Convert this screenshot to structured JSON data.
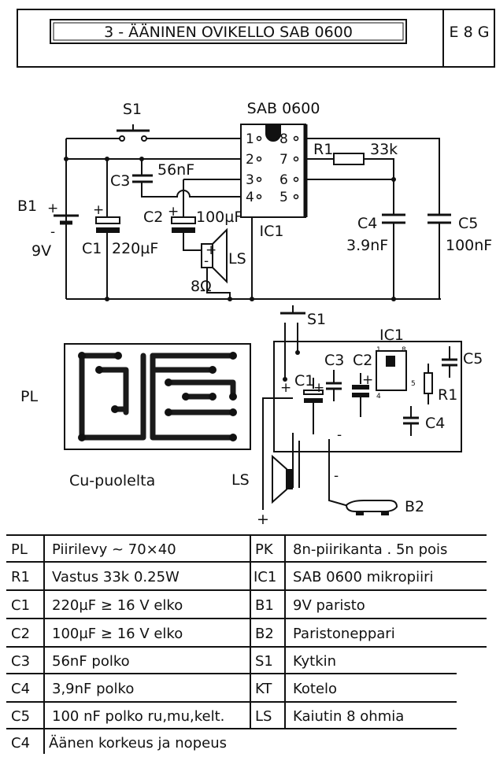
{
  "header": {
    "title": "3 - ÄÄNINEN   OVIKELLO   SAB 0600",
    "code": "E 8 G"
  },
  "schematic": {
    "s1": "S1",
    "ic_name": "SAB 0600",
    "b1": "B1",
    "b1_value": "9V",
    "c1": "C1",
    "c1_value": "220µF",
    "c3": "C3",
    "c3_value": "56nF",
    "c2": "C2",
    "c2_value": "100µF",
    "ls": "LS",
    "ls_value": "8Ω",
    "r1": "R1",
    "r1_value": "33k",
    "c4": "C4",
    "c4_value": "3.9nF",
    "c5": "C5",
    "c5_value": "100nF",
    "ic1": "IC1",
    "pins": [
      "1",
      "2",
      "3",
      "4",
      "8",
      "7",
      "6",
      "5"
    ]
  },
  "layout": {
    "pl": "PL",
    "cu_side": "Cu-puolelta",
    "ls": "LS",
    "s1": "S1",
    "ic1": "IC1",
    "c3": "C3",
    "c2": "C2",
    "c5": "C5",
    "c1": "C1",
    "r1": "R1",
    "c4": "C4",
    "b2": "B2",
    "plus": "+",
    "minus": "-",
    "pin1": "1",
    "pin8": "8",
    "pin4": "4",
    "pin5": "5"
  },
  "parts": {
    "left": [
      {
        "ref": "PL",
        "desc": "Piirilevy  ~ 70×40"
      },
      {
        "ref": "R1",
        "desc": "Vastus  33k  0.25W"
      },
      {
        "ref": "C1",
        "desc": "220µF   ≥ 16 V  elko"
      },
      {
        "ref": "C2",
        "desc": "100µF    ≥ 16 V  elko"
      },
      {
        "ref": "C3",
        "desc": "56nF  polko"
      },
      {
        "ref": "C4",
        "desc": "3,9nF  polko"
      },
      {
        "ref": "C5",
        "desc": "100 nF  polko ru,mu,kelt."
      }
    ],
    "right": [
      {
        "ref": "PK",
        "desc": "8n-piirikanta . 5n pois"
      },
      {
        "ref": "IC1",
        "desc": "SAB 0600  mikropiiri"
      },
      {
        "ref": "B1",
        "desc": "9V  paristo"
      },
      {
        "ref": "B2",
        "desc": "Paristoneppari"
      },
      {
        "ref": "S1",
        "desc": "Kytkin"
      },
      {
        "ref": "KT",
        "desc": "Kotelo"
      },
      {
        "ref": "LS",
        "desc": "Kaiutin  8  ohmia"
      }
    ],
    "note": {
      "ref": "C4",
      "desc": "Äänen  korkeus  ja  nopeus"
    }
  }
}
